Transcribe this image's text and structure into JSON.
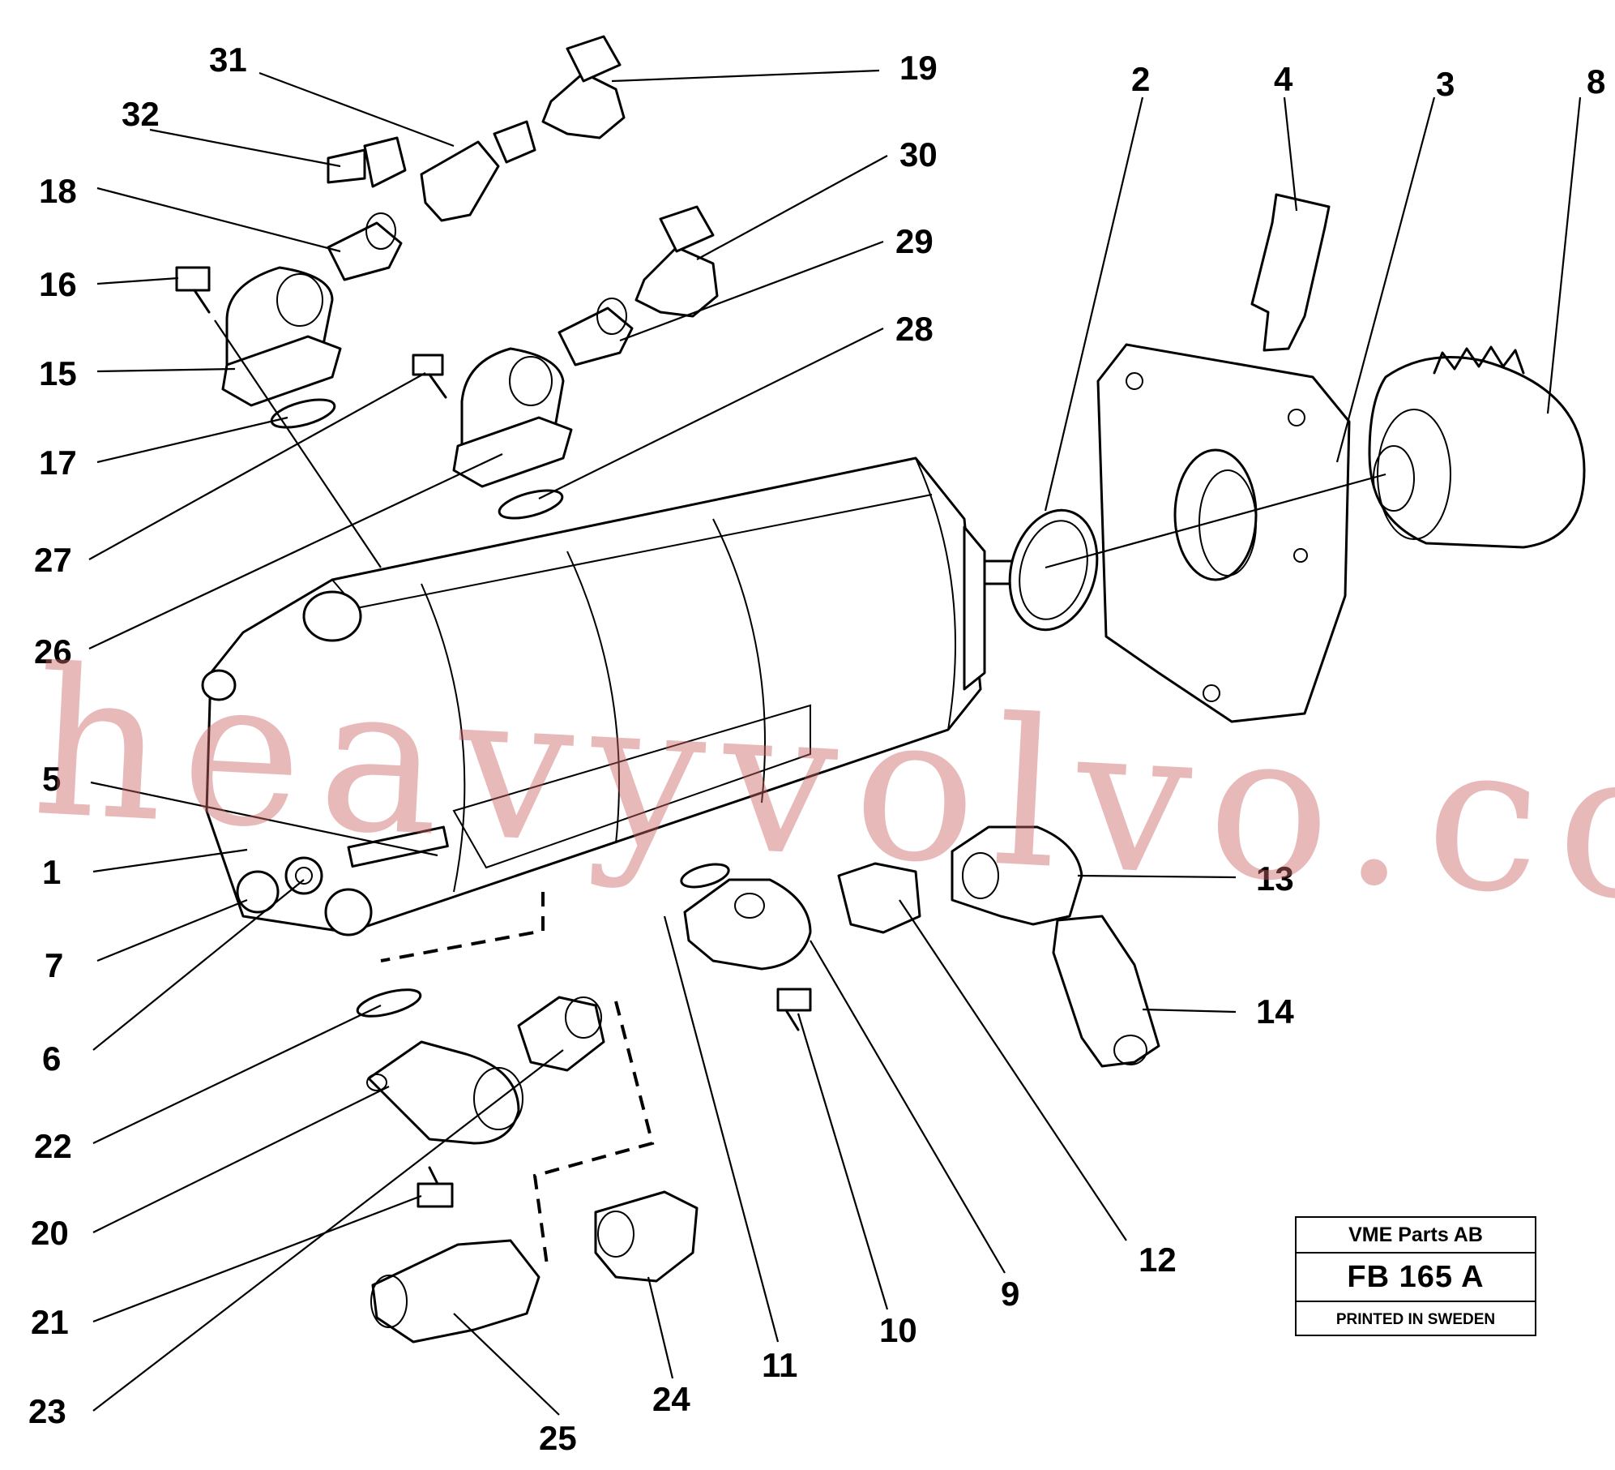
{
  "diagram": {
    "part_labels": [
      "1",
      "2",
      "3",
      "4",
      "5",
      "6",
      "7",
      "8",
      "9",
      "10",
      "11",
      "12",
      "13",
      "14",
      "15",
      "16",
      "17",
      "18",
      "19",
      "20",
      "21",
      "22",
      "23",
      "24",
      "25",
      "26",
      "27",
      "28",
      "29",
      "30",
      "31",
      "32"
    ]
  },
  "title_block": {
    "company": "VME Parts AB",
    "code": "FB 165 A",
    "printed": "PRINTED IN SWEDEN"
  },
  "watermark": {
    "text": "heavyvolvo.com",
    "color": "#cd6464"
  }
}
